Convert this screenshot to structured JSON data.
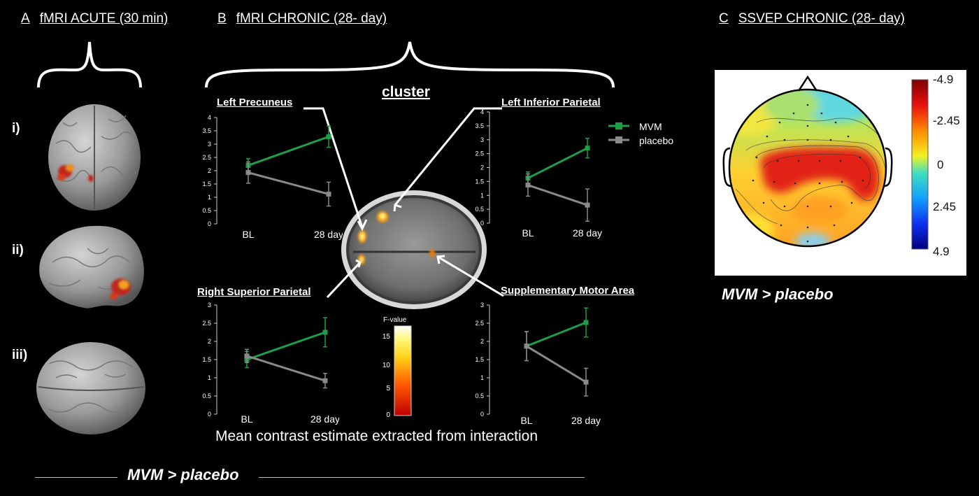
{
  "panels": {
    "a": {
      "letter": "A",
      "title": "fMRI ACUTE (30 min)",
      "views": [
        "i)",
        "ii)",
        "iii)"
      ]
    },
    "b": {
      "letter": "B",
      "title": "fMRI CHRONIC (28- day)",
      "cluster_label": "cluster",
      "caption": "Mean contrast estimate extracted from interaction",
      "fvalue_label": "F-value",
      "fvalue_ticks": [
        "0",
        "5",
        "10",
        "15"
      ]
    },
    "c": {
      "letter": "C",
      "title": "SSVEP CHRONIC (28- day)",
      "effect": "MVM > placebo",
      "colorbar_ticks": [
        "-4.9",
        "-2.45",
        "0",
        "2.45",
        "4.9"
      ]
    }
  },
  "bottom": {
    "effect": "MVM > placebo"
  },
  "legend": {
    "items": [
      {
        "label": "MVM",
        "color": "#1e9e4a"
      },
      {
        "label": "placebo",
        "color": "#8a8a8a"
      }
    ]
  },
  "chart_data": [
    {
      "type": "line",
      "title": "Left Precuneus",
      "categories": [
        "BL",
        "28 day"
      ],
      "ylim": [
        0,
        4
      ],
      "yticks": [
        "0",
        "0.5",
        "1",
        "1.5",
        "2",
        "2.5",
        "3",
        "3.5",
        "4"
      ],
      "series": [
        {
          "name": "MVM",
          "values": [
            2.2,
            3.28
          ],
          "err": [
            0.25,
            0.4
          ]
        },
        {
          "name": "placebo",
          "values": [
            1.93,
            1.12
          ],
          "err": [
            0.4,
            0.45
          ]
        }
      ]
    },
    {
      "type": "line",
      "title": "Left Inferior Parietal",
      "categories": [
        "BL",
        "28 day"
      ],
      "ylim": [
        0,
        4
      ],
      "yticks": [
        "0",
        "0.5",
        "1",
        "1.5",
        "2",
        "2.5",
        "3",
        "3.5",
        "4"
      ],
      "series": [
        {
          "name": "MVM",
          "values": [
            1.62,
            2.7
          ],
          "err": [
            0.22,
            0.35
          ]
        },
        {
          "name": "placebo",
          "values": [
            1.37,
            0.65
          ],
          "err": [
            0.4,
            0.58
          ]
        }
      ]
    },
    {
      "type": "line",
      "title": "Right Superior Parietal",
      "categories": [
        "BL",
        "28 day"
      ],
      "ylim": [
        0,
        3
      ],
      "yticks": [
        "0",
        "0.5",
        "1",
        "1.5",
        "2",
        "2.5",
        "3"
      ],
      "series": [
        {
          "name": "MVM",
          "values": [
            1.5,
            2.25
          ],
          "err": [
            0.22,
            0.4
          ]
        },
        {
          "name": "placebo",
          "values": [
            1.6,
            0.92
          ],
          "err": [
            0.18,
            0.2
          ]
        }
      ]
    },
    {
      "type": "line",
      "title": "Supplementary Motor Area",
      "categories": [
        "BL",
        "28 day"
      ],
      "ylim": [
        0,
        3
      ],
      "yticks": [
        "0",
        "0.5",
        "1",
        "1.5",
        "2",
        "2.5",
        "3"
      ],
      "series": [
        {
          "name": "MVM",
          "values": [
            1.87,
            2.52
          ],
          "err": [
            0.4,
            0.4
          ]
        },
        {
          "name": "placebo",
          "values": [
            1.87,
            0.88
          ],
          "err": [
            0.4,
            0.38
          ]
        }
      ]
    }
  ]
}
